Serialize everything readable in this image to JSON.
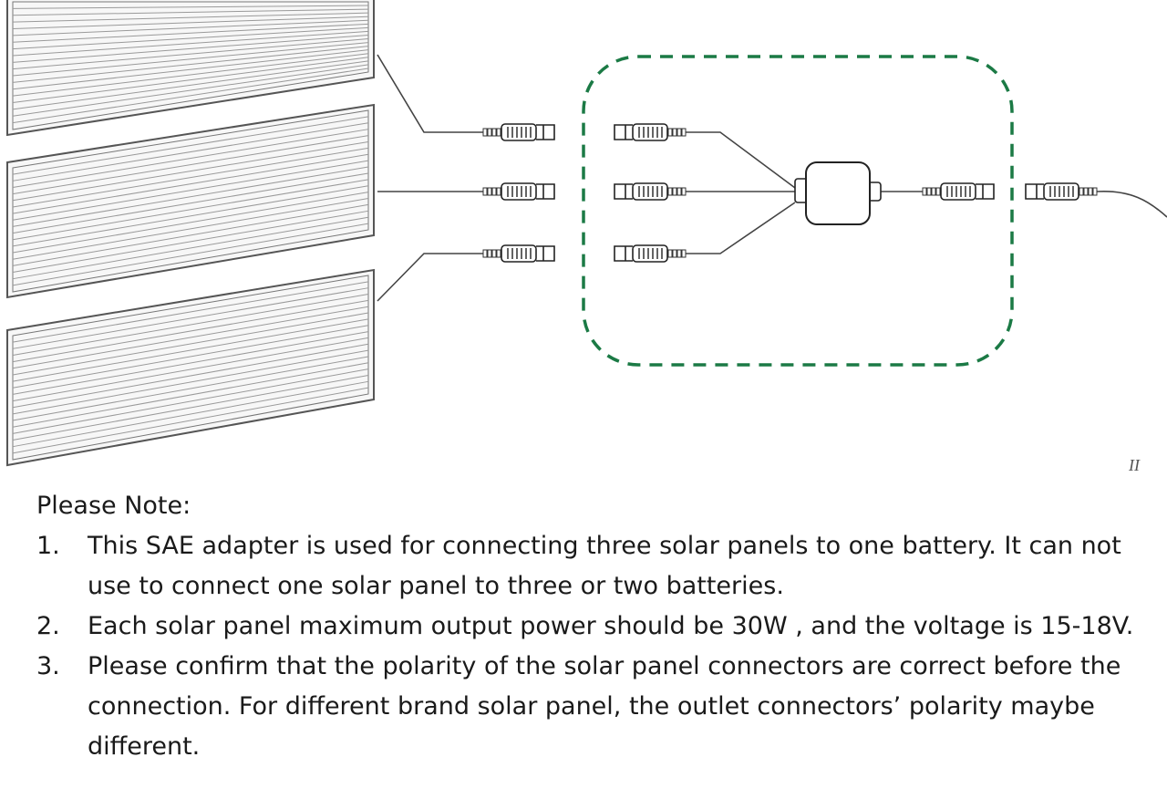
{
  "diagram": {
    "components": {
      "solar_panels": 3,
      "sae_connectors": 8,
      "adapter": "1 SAE adapter (3-to-1)",
      "highlight_color": "#1b7a45"
    },
    "corner_mark": "II"
  },
  "note": {
    "title": "Please Note:",
    "items": [
      {
        "number": "1.",
        "text": "This SAE adapter is used for connecting three solar panels to one battery. It can not use to connect one solar panel to three or two batteries."
      },
      {
        "number": "2.",
        "text": "Each solar panel maximum output power should be 30W , and the voltage is 15-18V."
      },
      {
        "number": "3.",
        "text": "Please confirm that the polarity of the solar panel connectors are correct before the connection.  For different brand solar panel, the outlet connectors’ polarity maybe different."
      }
    ]
  }
}
